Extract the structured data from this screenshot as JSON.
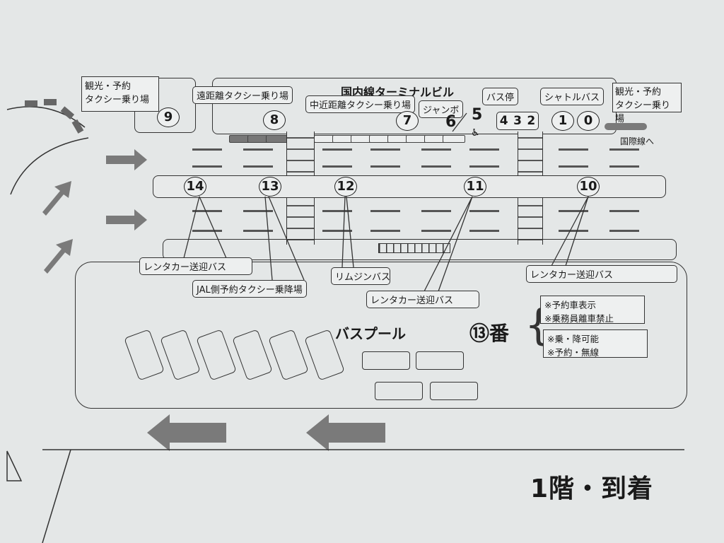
{
  "title": "国内線ターミナルビル",
  "floor_label": "1階・到着",
  "to_international": "国際線へ",
  "bus_pool": "バスプール",
  "stops": {
    "s0": "0",
    "s1": "1",
    "s2": "2",
    "s3": "3",
    "s4": "4",
    "s5": "5",
    "s6": "6",
    "s7": "7",
    "s8": "8",
    "s9": "9",
    "s10": "10",
    "s11": "11",
    "s12": "12",
    "s13": "13",
    "s14": "14"
  },
  "callouts": {
    "sightseeing_left_1": "観光・予約",
    "sightseeing_left_2": "タクシー乗り場",
    "long_taxi": "遠距離タクシー乗り場",
    "mid_taxi": "中近距離タクシー乗り場",
    "jumbo": "ジャンボ",
    "bus_stop": "バス停",
    "shuttle": "シャトルバス",
    "sightseeing_right_1": "観光・予約",
    "sightseeing_right_2": "タクシー乗り場",
    "rental_14": "レンタカー送迎バス",
    "jal_taxi": "JAL側予約タクシー乗降場",
    "limousine": "リムジンバス",
    "rental_11": "レンタカー送迎バス",
    "rental_10": "レンタカー送迎バス"
  },
  "stop13_info": {
    "label": "⑬番",
    "note1": "※予約車表示",
    "note2": "※乗務員離車禁止",
    "note3": "※乗・降可能",
    "note4": "※予約・無線"
  }
}
